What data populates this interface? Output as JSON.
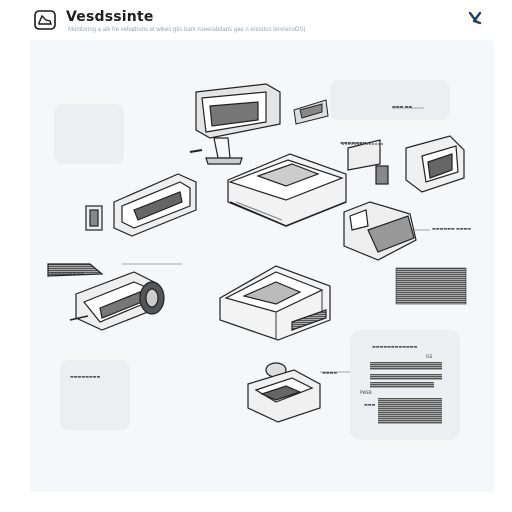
{
  "header": {
    "title": "Vesdssinte",
    "subtitle": "Monitoring a aik fre veliadruns et wikes gtis bark nseerabdans gae n entsdos tervrecoOS)",
    "app_icon": "shoe-icon",
    "close_icon": "close-x-icon"
  },
  "diagram": {
    "labels": {
      "top_right": "▬▬▬ ▬▬",
      "camera_mid": "▬▬▬▬▬▬▬",
      "right_mid": "▬▬▬▬▬▬ ▬▬▬▬",
      "left_mid": "▬▬▬▬▬▬▬▬▬",
      "bottom_left": "▬▬▬▬▬▬▬▬",
      "panel_head": "▬▬▬▬▬▬▬▬▬▬▬▬",
      "panel_tag": "ISS",
      "panel_small": "▬▬▬▬",
      "panel_note": "PWEB",
      "panel_id": "▬▬▬"
    }
  }
}
